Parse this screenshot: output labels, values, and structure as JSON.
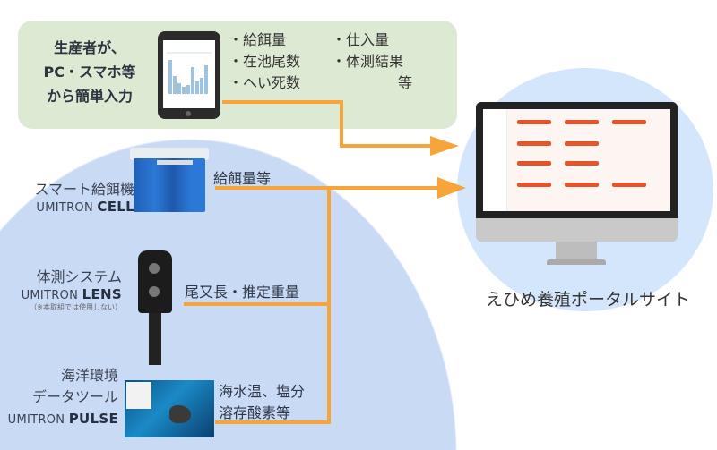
{
  "producer": {
    "lines": [
      "生産者が、",
      "PC・スマホ等",
      "から簡単入力"
    ],
    "items_left": [
      "・給餌量",
      "・在池尾数",
      "・へい死数"
    ],
    "items_right": [
      "・仕入量",
      "・体測結果",
      "等"
    ]
  },
  "devices": [
    {
      "name": "スマート給餌機",
      "brand": "UMITRON",
      "product": "CELL",
      "data_label": "給餌量等"
    },
    {
      "name": "体測システム",
      "brand": "UMITRON",
      "product": "LENS",
      "note": "（※本取組では使用しない）",
      "data_label": "尾又長・推定重量"
    },
    {
      "name_lines": [
        "海洋環境",
        "データツール"
      ],
      "brand": "UMITRON",
      "product": "PULSE",
      "data_label_lines": [
        "海水温、塩分",
        "溶存酸素等"
      ]
    }
  ],
  "portal": {
    "title": "えひめ養殖ポータルサイト"
  },
  "colors": {
    "arrow": "#f7a43a",
    "tiles": "#e8542a",
    "green_box": "#dce9d3",
    "device_circle": "#c9daf5",
    "portal_circle": "#d4e6fb"
  }
}
